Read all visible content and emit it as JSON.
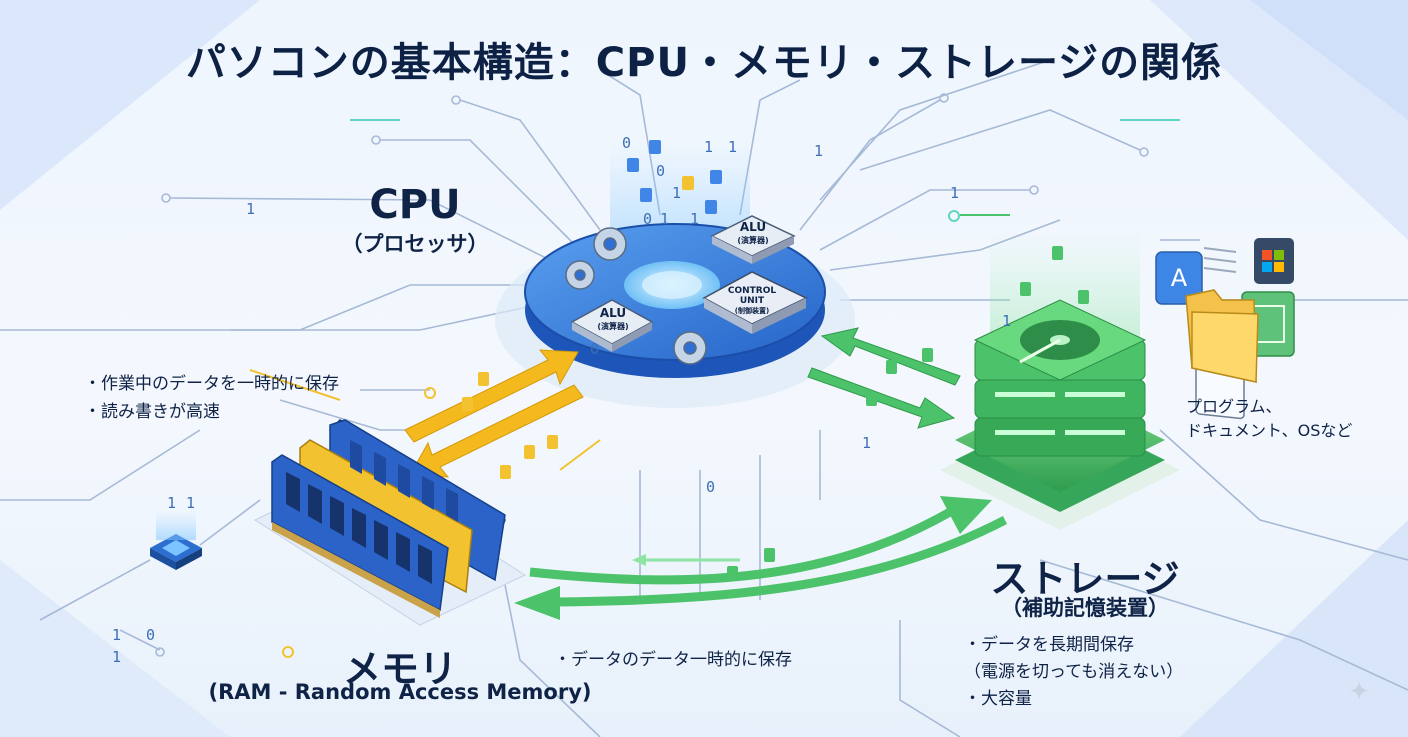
{
  "title": "パソコンの基本構造：CPU・メモリ・ストレージの関係",
  "cpu": {
    "heading": "CPU",
    "subheading": "（プロセッサ）",
    "chips": {
      "alu_top": {
        "label": "ALU",
        "sub": "(演算器)"
      },
      "alu_bottom": {
        "label": "ALU",
        "sub": "(演算器)"
      },
      "control": {
        "label": "CONTROL UNIT",
        "sub": "(制御装置)"
      }
    }
  },
  "memory": {
    "heading": "メモリ",
    "subheading": "(RAM - Random Access Memory)",
    "notes": [
      "・作業中のデータを一時的に保存",
      "・読み書きが高速"
    ]
  },
  "storage": {
    "heading": "ストレージ",
    "subheading": "（補助記憶装置）",
    "notes": [
      "・データを長期間保存",
      "（電源を切っても消えない）",
      "・大容量"
    ],
    "files_note": [
      "プログラム、",
      "ドキュメント、OSなど"
    ]
  },
  "flow_note": "・データのデータ一時的に保存",
  "binary_digits": [
    "1",
    "0",
    "1",
    "1",
    "0",
    "1",
    "1",
    "1",
    "0",
    "1",
    "1",
    "1",
    "0",
    "1",
    "1",
    "0",
    "1",
    "1",
    "1",
    "0"
  ],
  "colors": {
    "cpu": "#2f73d6",
    "memory_blue": "#2b63c9",
    "memory_yellow": "#f2c230",
    "storage_green": "#3cb860",
    "arrow_yellow": "#f4b91c",
    "arrow_green": "#4cc26a",
    "text": "#0f2347"
  },
  "icons": [
    "gear-icon",
    "hard-drive-icon",
    "document-icon",
    "folder-icon",
    "app-store-icon",
    "windows-icon",
    "sparkle-icon"
  ]
}
